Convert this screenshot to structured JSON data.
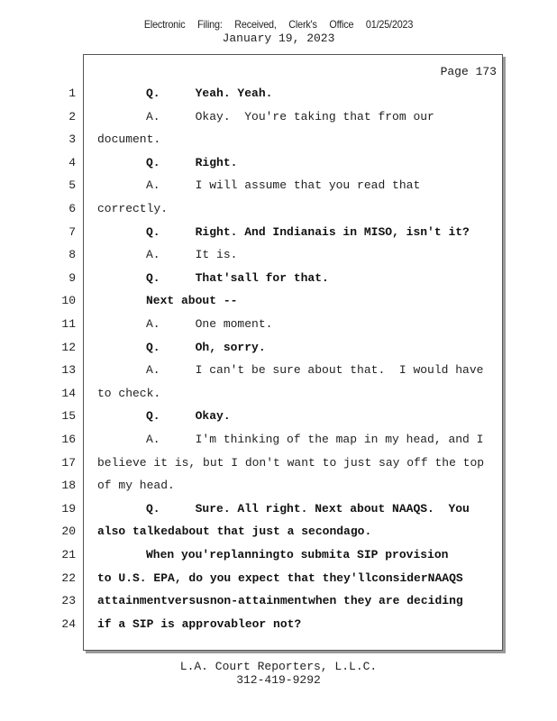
{
  "header": {
    "filing": [
      "Electronic",
      "Filing:",
      "Received,",
      "Clerk's",
      "Office",
      "01/25/2023"
    ],
    "date": "January 19, 2023"
  },
  "page": {
    "label": "Page 173"
  },
  "lines": [
    {
      "num": "1",
      "indent": 2,
      "bold": true,
      "text": "Q.     Yeah. Yeah."
    },
    {
      "num": "2",
      "indent": 2,
      "bold": false,
      "text": "A.     Okay.  You're taking that from our"
    },
    {
      "num": "3",
      "indent": 0,
      "bold": false,
      "text": "document."
    },
    {
      "num": "4",
      "indent": 2,
      "bold": true,
      "text": "Q.     Right."
    },
    {
      "num": "5",
      "indent": 2,
      "bold": false,
      "text": "A.     I will assume that you read that"
    },
    {
      "num": "6",
      "indent": 0,
      "bold": false,
      "text": "correctly."
    },
    {
      "num": "7",
      "indent": 2,
      "bold": true,
      "text": "Q.     Right. And Indianais in MISO, isn't it?"
    },
    {
      "num": "8",
      "indent": 2,
      "bold": false,
      "text": "A.     It is."
    },
    {
      "num": "9",
      "indent": 2,
      "bold": true,
      "text": "Q.     That'sall for that."
    },
    {
      "num": "10",
      "indent": 2,
      "bold": true,
      "text": "Next about --"
    },
    {
      "num": "11",
      "indent": 2,
      "bold": false,
      "text": "A.     One moment."
    },
    {
      "num": "12",
      "indent": 2,
      "bold": true,
      "text": "Q.     Oh, sorry."
    },
    {
      "num": "13",
      "indent": 2,
      "bold": false,
      "text": "A.     I can't be sure about that.  I would have"
    },
    {
      "num": "14",
      "indent": 0,
      "bold": false,
      "text": "to check."
    },
    {
      "num": "15",
      "indent": 2,
      "bold": true,
      "text": "Q.     Okay."
    },
    {
      "num": "16",
      "indent": 2,
      "bold": false,
      "text": "A.     I'm thinking of the map in my head, and I"
    },
    {
      "num": "17",
      "indent": 0,
      "bold": false,
      "text": "believe it is, but I don't want to just say off the top"
    },
    {
      "num": "18",
      "indent": 0,
      "bold": false,
      "text": "of my head."
    },
    {
      "num": "19",
      "indent": 2,
      "bold": true,
      "text": "Q.     Sure. All right. Next about NAAQS.  You"
    },
    {
      "num": "20",
      "indent": 0,
      "bold": true,
      "text": "also talkedabout that just a secondago."
    },
    {
      "num": "21",
      "indent": 2,
      "bold": true,
      "text": "When you'replanningto submita SIP provision"
    },
    {
      "num": "22",
      "indent": 0,
      "bold": true,
      "text": "to U.S. EPA, do you expect that they'llconsiderNAAQS"
    },
    {
      "num": "23",
      "indent": 0,
      "bold": true,
      "text": "attainmentversusnon-attainmentwhen they are deciding"
    },
    {
      "num": "24",
      "indent": 0,
      "bold": true,
      "text": "if a SIP is approvableor not?"
    }
  ],
  "footer": {
    "company": "L.A. Court Reporters, L.L.C.",
    "phone": "312-419-9292"
  }
}
